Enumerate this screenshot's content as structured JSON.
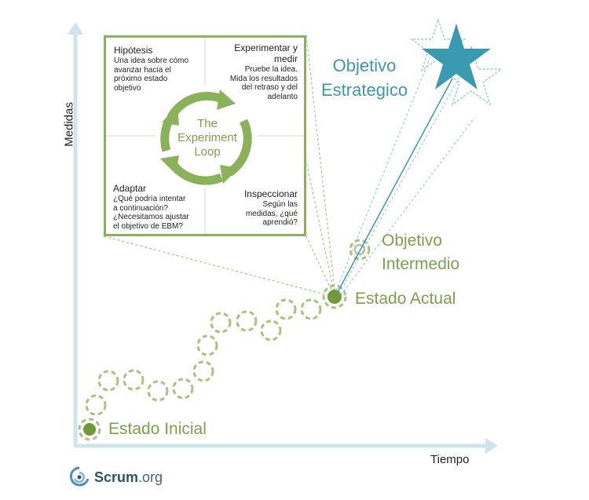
{
  "axes": {
    "y_title": "Medidas",
    "x_title": "Tiempo"
  },
  "loop": {
    "title_line1": "The",
    "title_line2": "Experiment",
    "title_line3": "Loop",
    "hipotesis": {
      "title": "Hipótesis",
      "body": [
        "Una idea sobre cómo",
        "avanzar hacia el",
        "próximo estado",
        "objetivo"
      ]
    },
    "experimentar": {
      "title": [
        "Experimentar y",
        "medir"
      ],
      "body": [
        "Pruebe la idea.",
        "Mida los resultados",
        "del retraso y  del",
        "adelanto"
      ]
    },
    "adaptar": {
      "title": "Adaptar",
      "body": [
        "¿Qué podría intentar",
        "a continuación?",
        "¿Necesitamos ajustar",
        "el objetivo de EBM?"
      ]
    },
    "inspeccionar": {
      "title": "Inspeccionar",
      "body": [
        "Según las",
        "medidas, ¿qué",
        "aprendió?"
      ]
    }
  },
  "states": {
    "inicial": "Estado Inicial",
    "actual": "Estado Actual",
    "intermedio_line1": "Objetivo",
    "intermedio_line2": "Intermedio",
    "estrategico_line1": "Objetivo",
    "estrategico_line2": "Estrategico"
  },
  "brand": {
    "name": "Scrum",
    "suffix": ".org"
  },
  "colors": {
    "green": "#7ea04c",
    "green_light": "#a7c37f",
    "teal": "#3a9ab0",
    "axis": "#cfe3ec"
  },
  "icons": [
    "star-icon",
    "scrum-logo-icon"
  ]
}
